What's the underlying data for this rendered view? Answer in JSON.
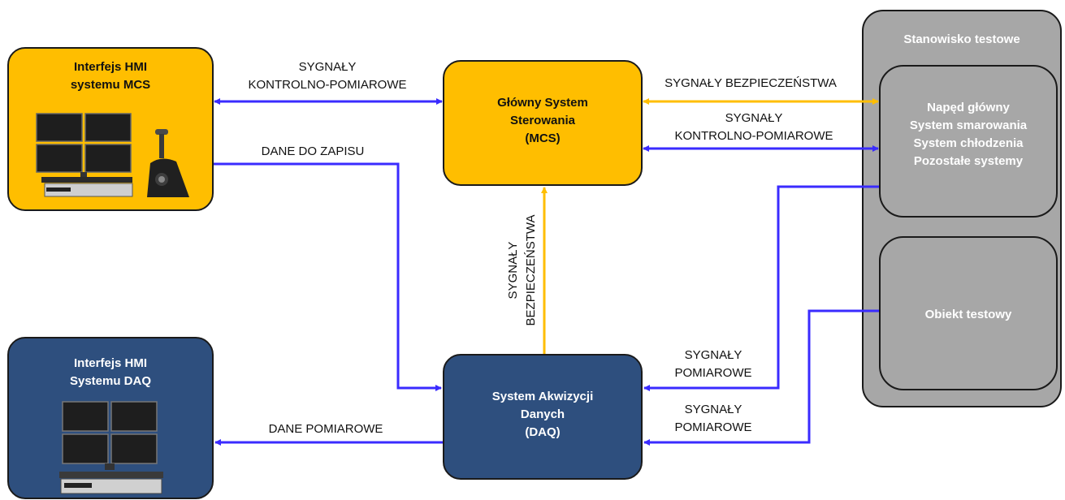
{
  "colors": {
    "control": "#3a2bff",
    "safety": "#ffbe00",
    "orange_box": "#ffbe00",
    "navy_box": "#2e4f7e",
    "grey_box": "#a7a7a7"
  },
  "boxes": {
    "hmi_mcs": {
      "lines": [
        "Interfejs HMI",
        "systemu MCS"
      ],
      "icons": [
        "monitor-wall-icon",
        "joystick-icon"
      ]
    },
    "mcs": {
      "lines": [
        "Główny System",
        "Sterowania",
        "(MCS)"
      ]
    },
    "hmi_daq": {
      "lines": [
        "Interfejs HMI",
        "Systemu DAQ"
      ],
      "icons": [
        "monitor-wall-icon"
      ]
    },
    "daq": {
      "lines": [
        "System Akwizycji",
        "Danych",
        "(DAQ)"
      ]
    },
    "test_bench": {
      "title": "Stanowisko testowe"
    },
    "bench_systems": {
      "lines": [
        "Napęd główny",
        "System smarowania",
        "System chłodzenia",
        "Pozostałe systemy"
      ]
    },
    "test_object": {
      "lines": [
        "Obiekt testowy"
      ]
    }
  },
  "labels": {
    "hmi_mcs_link": [
      "SYGNAŁY",
      "KONTROLNO-POMIAROWE"
    ],
    "safety_top": [
      "SYGNAŁY BEZPIECZEŃSTWA"
    ],
    "control_right": [
      "SYGNAŁY",
      "KONTROLNO-POMIAROWE"
    ],
    "data_to_save": [
      "DANE DO ZAPISU"
    ],
    "safety_vertical": [
      "SYGNAŁY",
      "BEZPIECZEŃSTWA"
    ],
    "measure_1": [
      "SYGNAŁY",
      "POMIAROWE"
    ],
    "measure_2": [
      "SYGNAŁY",
      "POMIAROWE"
    ],
    "measurement_data": [
      "DANE POMIAROWE"
    ]
  }
}
